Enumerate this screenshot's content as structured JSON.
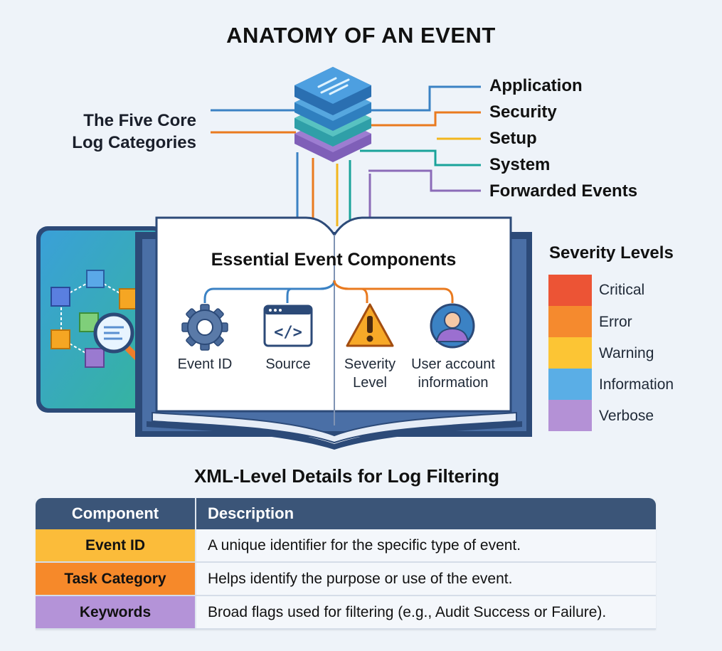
{
  "title": "ANATOMY OF AN EVENT",
  "left_label_line1": "The Five Core",
  "left_label_line2": "Log Categories",
  "categories": [
    {
      "label": "Application",
      "color": "#3b82c4"
    },
    {
      "label": "Security",
      "color": "#e97a1f"
    },
    {
      "label": "Setup",
      "color": "#f2b61e"
    },
    {
      "label": "System",
      "color": "#1aa39a"
    },
    {
      "label": "Forwarded Events",
      "color": "#8b6bb8"
    }
  ],
  "components_title": "Essential Event Components",
  "components": [
    {
      "line1": "Event ID",
      "line2": "",
      "icon": "gear-icon"
    },
    {
      "line1": "Source",
      "line2": "",
      "icon": "code-window-icon"
    },
    {
      "line1": "Severity",
      "line2": "Level",
      "icon": "warning-triangle-icon"
    },
    {
      "line1": "User account",
      "line2": "information",
      "icon": "user-avatar-icon"
    }
  ],
  "severity": {
    "title": "Severity Levels",
    "levels": [
      {
        "label": "Critical",
        "color": "#ec5435"
      },
      {
        "label": "Error",
        "color": "#f58a2e"
      },
      {
        "label": "Warning",
        "color": "#fcc534"
      },
      {
        "label": "Information",
        "color": "#5aaee6"
      },
      {
        "label": "Verbose",
        "color": "#b491d6"
      }
    ]
  },
  "xml": {
    "title": "XML-Level Details for Log Filtering",
    "headers": {
      "component": "Component",
      "description": "Description"
    },
    "rows": [
      {
        "component": "Event ID",
        "description": "A unique identifier for the specific type of event.",
        "color": "#fbbc3a"
      },
      {
        "component": "Task Category",
        "description": "Helps identify the purpose or use of the event.",
        "color": "#f6892a"
      },
      {
        "component": "Keywords",
        "description": "Broad flags used for filtering (e.g., Audit Success or Failure).",
        "color": "#b493d8"
      }
    ]
  }
}
